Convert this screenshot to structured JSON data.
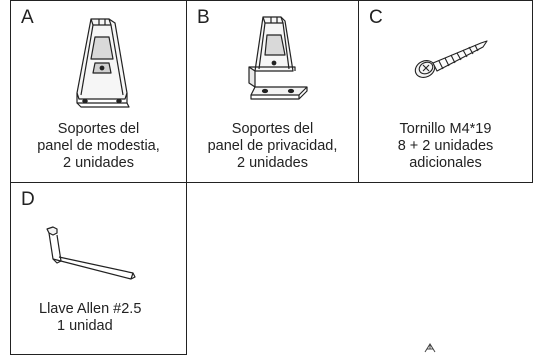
{
  "parts": [
    {
      "letter": "A",
      "lines": [
        "Soportes del",
        "panel de modestia,",
        "2 unidades"
      ],
      "icon": "modesty-panel-bracket-icon"
    },
    {
      "letter": "B",
      "lines": [
        "Soportes del",
        "panel de privacidad,",
        "2 unidades"
      ],
      "icon": "privacy-panel-bracket-icon"
    },
    {
      "letter": "C",
      "lines": [
        "Tornillo M4*19",
        "8 + 2 unidades",
        "adicionales"
      ],
      "icon": "screw-icon"
    },
    {
      "letter": "D",
      "lines": [
        "Llave Allen #2.5",
        "1 unidad"
      ],
      "icon": "allen-key-icon"
    }
  ]
}
